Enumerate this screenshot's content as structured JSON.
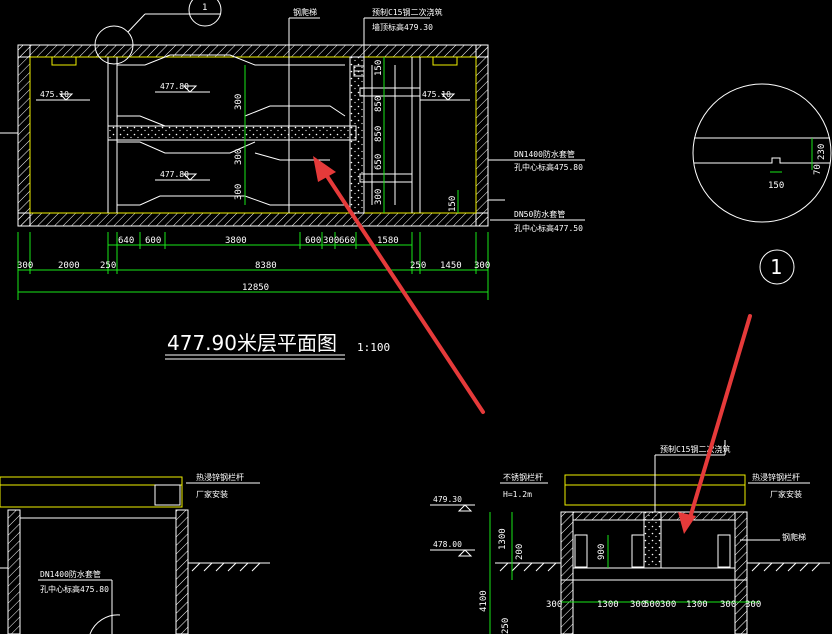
{
  "plan": {
    "title": "477.90米层平面图",
    "scale": "1:100",
    "callout_top": "1",
    "labels": {
      "ladder": "钢爬梯",
      "slab_note_1": "预制C15钢二次浇筑",
      "slab_note_2": "墙顶标高479.30",
      "elev_left": "475.10",
      "elev_right": "475.10",
      "elev_top": "477.80",
      "elev_bottom": "477.80",
      "pipe1_1": "DN1400防水套管",
      "pipe1_2": "孔中心标高475.80",
      "pipe2_1": "DN50防水套管",
      "pipe2_2": "孔中心标高477.50"
    },
    "vertical_dims": [
      "150",
      "850",
      "850",
      "650",
      "300",
      "300",
      "300",
      "300",
      "150"
    ],
    "dims_row1": [
      "640",
      "600",
      "3800",
      "600",
      "300",
      "660",
      "1580"
    ],
    "dims_row2": [
      "300",
      "2000",
      "250",
      "8380",
      "250",
      "1450",
      "300"
    ],
    "dims_total": "12850"
  },
  "detail": {
    "callout": "1",
    "dims": [
      "230",
      "70",
      "150"
    ]
  },
  "section_left": {
    "labels": {
      "rail": "热浸锌钢栏杆",
      "rail_sub": "厂家安装",
      "pipe_1": "DN1400防水套管",
      "pipe_2": "孔中心标高475.80"
    }
  },
  "section_right": {
    "labels": {
      "slab_note": "预制C15钢二次浇筑",
      "guard_1": "不锈钢栏杆",
      "guard_2": "H=1.2m",
      "rail": "热浸锌钢栏杆",
      "rail_sub": "厂家安装",
      "ladder": "钢爬梯",
      "elev_1": "479.30",
      "elev_2": "478.00"
    },
    "vertical_dims": [
      "1300",
      "200",
      "900",
      "4100",
      "250"
    ],
    "bottom_dims": [
      "300",
      "1300",
      "300",
      "500",
      "300",
      "1300",
      "300",
      "300"
    ]
  },
  "colors": {
    "background": "#000000",
    "lines": "#ffffff",
    "dimension": "#19e619",
    "edge": "#f0f000",
    "annotation_arrow": "#e53a3a"
  }
}
